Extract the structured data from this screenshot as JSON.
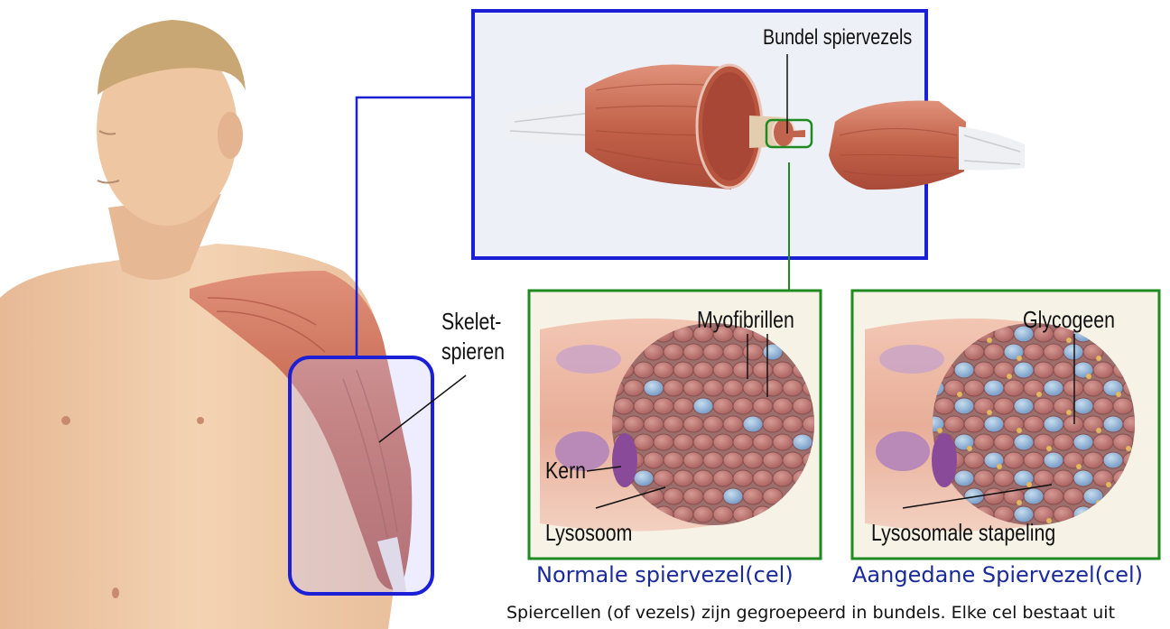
{
  "labels": {
    "bundle": "Bundel spiervezels",
    "skeletal_line1": "Skelet-",
    "skeletal_line2": "spieren",
    "myofibrils": "Myofibrillen",
    "nucleus": "Kern",
    "lysosome": "Lysosoom",
    "glycogen": "Glycogeen",
    "lysosomal_storage": "Lysosomale stapeling"
  },
  "captions": {
    "normal": "Normale spiervezel(cel)",
    "affected": "Aangedane Spiervezel(cel)"
  },
  "footer": "Spiercellen (of vezels) zijn gegroepeerd in bundels. Elke cel bestaat uit",
  "colors": {
    "blue_frame": "#1b1fd6",
    "green_frame": "#1f8a1f",
    "caption_text": "#1a2a9a",
    "skin": "#efc9a4",
    "muscle": "#c86a52"
  }
}
